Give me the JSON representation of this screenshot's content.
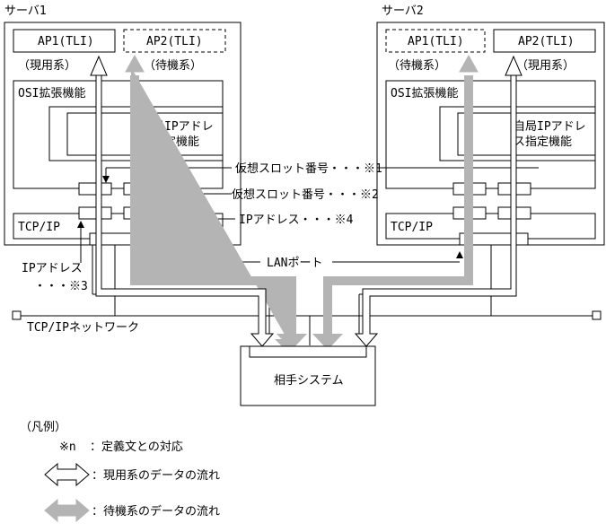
{
  "server1": {
    "title": "サーバ1",
    "ap1": "AP1(TLI)",
    "ap2": "AP2(TLI)",
    "ap1_state": "（現用系）",
    "ap2_state": "（待機系）",
    "osi": "OSI拡張機能",
    "ipfunc_line1": "自局IPアドレ",
    "ipfunc_line2": "ス指定機能",
    "tcpip": "TCP/IP"
  },
  "server2": {
    "title": "サーバ2",
    "ap1": "AP1(TLI)",
    "ap2": "AP2(TLI)",
    "ap1_state": "（待機系）",
    "ap2_state": "（現用系）",
    "osi": "OSI拡張機能",
    "ipfunc_line1": "自局IPアドレ",
    "ipfunc_line2": "ス指定機能",
    "tcpip": "TCP/IP"
  },
  "labels": {
    "vslot1": "仮想スロット番号・・・※1",
    "vslot2": "仮想スロット番号・・・※2",
    "ipaddr4": "IPアドレス・・・※4",
    "lanport": "LANポート",
    "ipaddr3_line1": "IPアドレス",
    "ipaddr3_line2": "・・・※3",
    "network": "TCP/IPネットワーク",
    "partner": "相手システム"
  },
  "legend": {
    "title": "（凡例）",
    "note_symbol": "※n",
    "note_text": "：定義文との対応",
    "active_text": "：現用系のデータの流れ",
    "standby_text": "：待機系のデータの流れ"
  },
  "colors": {
    "line": "#000000",
    "standby_flow": "#b4b4b4",
    "active_flow": "#ffffff"
  }
}
